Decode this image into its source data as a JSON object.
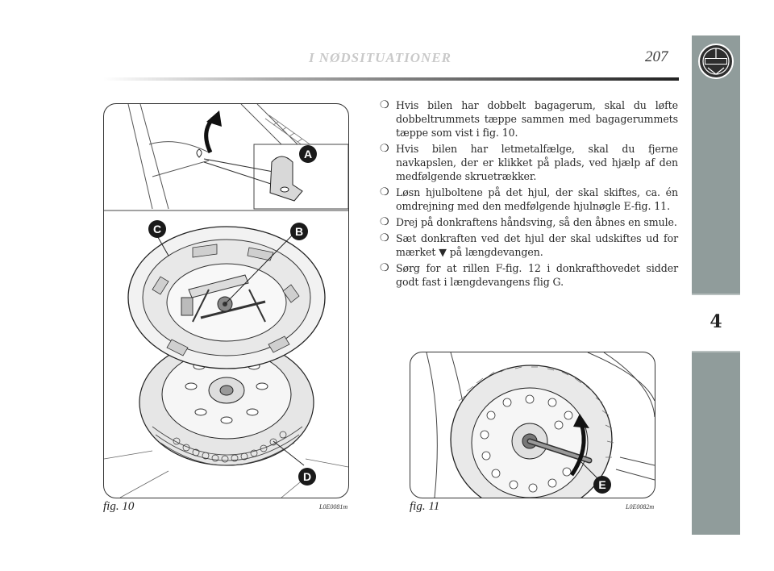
{
  "header": {
    "title": "I NØDSITUATIONER",
    "page_number": "207"
  },
  "sidebar": {
    "chapter": "4",
    "logo_icon": "lancia-logo-icon",
    "color": "#909c9b"
  },
  "bullets": [
    "Hvis bilen har dobbelt bagagerum, skal du løfte dobbeltrummets tæppe sammen med bagagerummets tæppe som vist i fig. 10.",
    "Hvis bilen har letmetalfælge, skal du fjerne navkapslen, der er klikket på plads, ved hjælp af den medfølgende skruetrækker.",
    "Løsn hjulboltene på det hjul, der skal skiftes, ca. én omdrejning med den medfølgende hjulnøgle E-fig. 11.",
    "Drej på donkraftens håndsving, så den åbnes en smule.",
    "Sæt donkraften ved det hjul der skal udskiftes ud for mærket ▼ på længdevangen.",
    "Sørg for at rillen F-fig. 12 i donkrafthovedet sidder godt fast i længdevangens flig G."
  ],
  "bullet_symbol": "❍",
  "figures": {
    "fig10": {
      "caption": "fig. 10",
      "code": "L0E0081m",
      "callouts": [
        "A",
        "B",
        "C",
        "D"
      ]
    },
    "fig11": {
      "caption": "fig. 11",
      "code": "L0E0082m",
      "callouts": [
        "E"
      ]
    }
  }
}
